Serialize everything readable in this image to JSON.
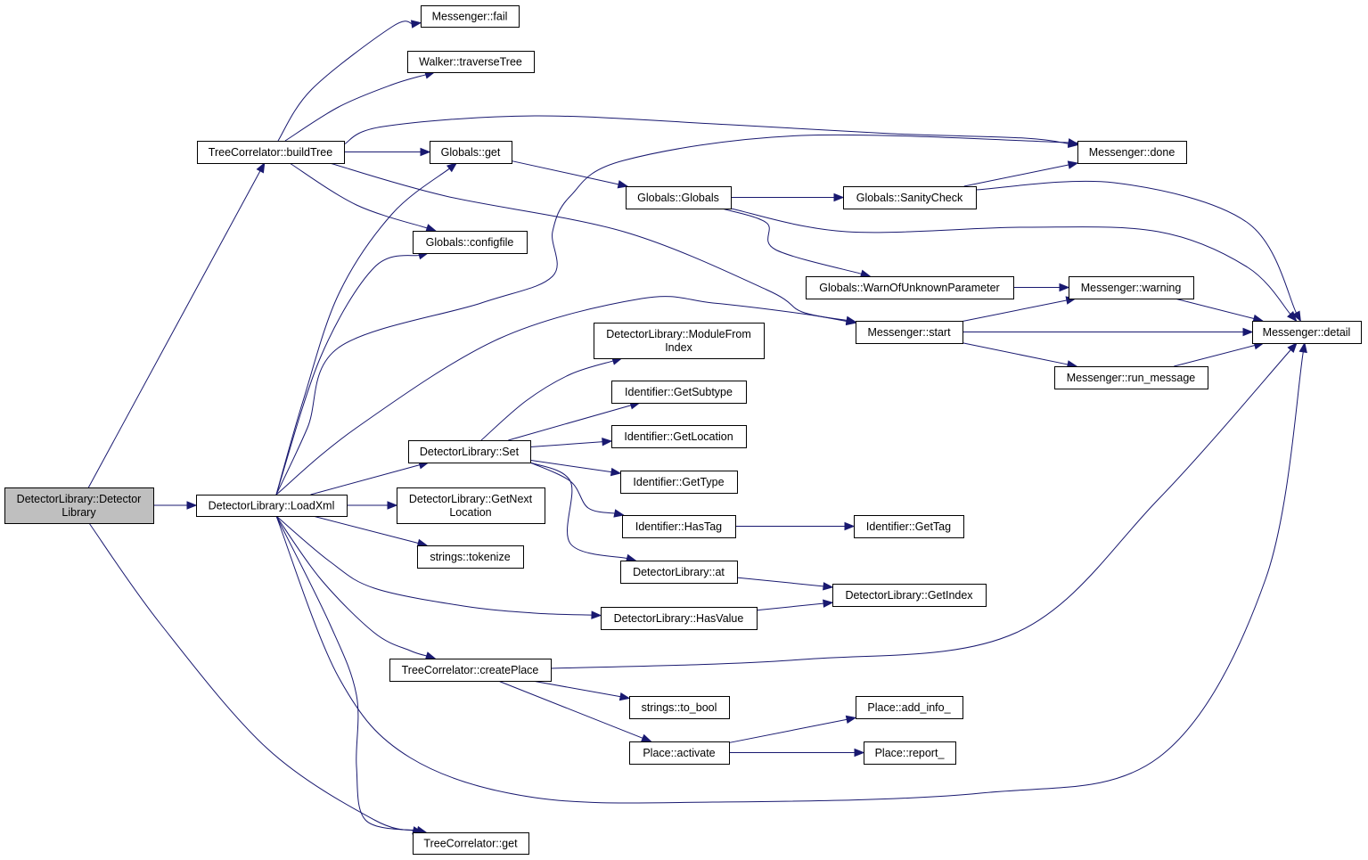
{
  "nodes": [
    {
      "id": "root",
      "lines": [
        "DetectorLibrary::Detector",
        "Library"
      ],
      "root": true
    },
    {
      "id": "buildTree",
      "lines": [
        "TreeCorrelator::buildTree"
      ]
    },
    {
      "id": "loadXml",
      "lines": [
        "DetectorLibrary::LoadXml"
      ]
    },
    {
      "id": "tcGet",
      "lines": [
        "TreeCorrelator::get"
      ]
    },
    {
      "id": "msgFail",
      "lines": [
        "Messenger::fail"
      ]
    },
    {
      "id": "walker",
      "lines": [
        "Walker::traverseTree"
      ]
    },
    {
      "id": "globalsGet",
      "lines": [
        "Globals::get"
      ]
    },
    {
      "id": "configfile",
      "lines": [
        "Globals::configfile"
      ]
    },
    {
      "id": "dlSet",
      "lines": [
        "DetectorLibrary::Set"
      ]
    },
    {
      "id": "getNextLoc",
      "lines": [
        "DetectorLibrary::GetNext",
        "Location"
      ]
    },
    {
      "id": "tokenize",
      "lines": [
        "strings::tokenize"
      ]
    },
    {
      "id": "createPlace",
      "lines": [
        "TreeCorrelator::createPlace"
      ]
    },
    {
      "id": "globalsCtor",
      "lines": [
        "Globals::Globals"
      ]
    },
    {
      "id": "moduleFromIdx",
      "lines": [
        "DetectorLibrary::ModuleFrom",
        "Index"
      ]
    },
    {
      "id": "getSubtype",
      "lines": [
        "Identifier::GetSubtype"
      ]
    },
    {
      "id": "getLocation",
      "lines": [
        "Identifier::GetLocation"
      ]
    },
    {
      "id": "getType",
      "lines": [
        "Identifier::GetType"
      ]
    },
    {
      "id": "hasTag",
      "lines": [
        "Identifier::HasTag"
      ]
    },
    {
      "id": "dlAt",
      "lines": [
        "DetectorLibrary::at"
      ]
    },
    {
      "id": "hasValue",
      "lines": [
        "DetectorLibrary::HasValue"
      ]
    },
    {
      "id": "toBool",
      "lines": [
        "strings::to_bool"
      ]
    },
    {
      "id": "activate",
      "lines": [
        "Place::activate"
      ]
    },
    {
      "id": "sanity",
      "lines": [
        "Globals::SanityCheck"
      ]
    },
    {
      "id": "warnUnknown",
      "lines": [
        "Globals::WarnOfUnknownParameter"
      ]
    },
    {
      "id": "msgStart",
      "lines": [
        "Messenger::start"
      ]
    },
    {
      "id": "getTag",
      "lines": [
        "Identifier::GetTag"
      ]
    },
    {
      "id": "getIndex",
      "lines": [
        "DetectorLibrary::GetIndex"
      ]
    },
    {
      "id": "addInfo",
      "lines": [
        "Place::add_info_"
      ]
    },
    {
      "id": "report",
      "lines": [
        "Place::report_"
      ]
    },
    {
      "id": "msgDone",
      "lines": [
        "Messenger::done"
      ]
    },
    {
      "id": "msgWarning",
      "lines": [
        "Messenger::warning"
      ]
    },
    {
      "id": "runMessage",
      "lines": [
        "Messenger::run_message"
      ]
    },
    {
      "id": "msgDetail",
      "lines": [
        "Messenger::detail"
      ]
    }
  ],
  "edges": [
    [
      "root",
      "buildTree"
    ],
    [
      "root",
      "loadXml"
    ],
    [
      "root",
      "tcGet"
    ],
    [
      "buildTree",
      "msgFail"
    ],
    [
      "buildTree",
      "walker"
    ],
    [
      "buildTree",
      "msgDone"
    ],
    [
      "buildTree",
      "globalsGet"
    ],
    [
      "buildTree",
      "configfile"
    ],
    [
      "buildTree",
      "msgStart"
    ],
    [
      "loadXml",
      "globalsGet"
    ],
    [
      "loadXml",
      "configfile"
    ],
    [
      "loadXml",
      "msgDone"
    ],
    [
      "loadXml",
      "msgStart"
    ],
    [
      "loadXml",
      "dlSet"
    ],
    [
      "loadXml",
      "getNextLoc"
    ],
    [
      "loadXml",
      "tokenize"
    ],
    [
      "loadXml",
      "hasValue"
    ],
    [
      "loadXml",
      "createPlace"
    ],
    [
      "loadXml",
      "msgDetail"
    ],
    [
      "loadXml",
      "tcGet"
    ],
    [
      "globalsGet",
      "globalsCtor"
    ],
    [
      "globalsCtor",
      "sanity"
    ],
    [
      "globalsCtor",
      "warnUnknown"
    ],
    [
      "globalsCtor",
      "msgDetail"
    ],
    [
      "sanity",
      "msgDone"
    ],
    [
      "sanity",
      "msgDetail"
    ],
    [
      "warnUnknown",
      "msgWarning"
    ],
    [
      "msgStart",
      "msgWarning"
    ],
    [
      "msgStart",
      "msgDetail"
    ],
    [
      "msgStart",
      "runMessage"
    ],
    [
      "msgWarning",
      "msgDetail"
    ],
    [
      "runMessage",
      "msgDetail"
    ],
    [
      "dlSet",
      "moduleFromIdx"
    ],
    [
      "dlSet",
      "getSubtype"
    ],
    [
      "dlSet",
      "getLocation"
    ],
    [
      "dlSet",
      "getType"
    ],
    [
      "dlSet",
      "hasTag"
    ],
    [
      "dlSet",
      "dlAt"
    ],
    [
      "hasTag",
      "getTag"
    ],
    [
      "dlAt",
      "getIndex"
    ],
    [
      "hasValue",
      "getIndex"
    ],
    [
      "createPlace",
      "msgDetail"
    ],
    [
      "createPlace",
      "toBool"
    ],
    [
      "createPlace",
      "activate"
    ],
    [
      "activate",
      "addInfo"
    ],
    [
      "activate",
      "report"
    ]
  ]
}
